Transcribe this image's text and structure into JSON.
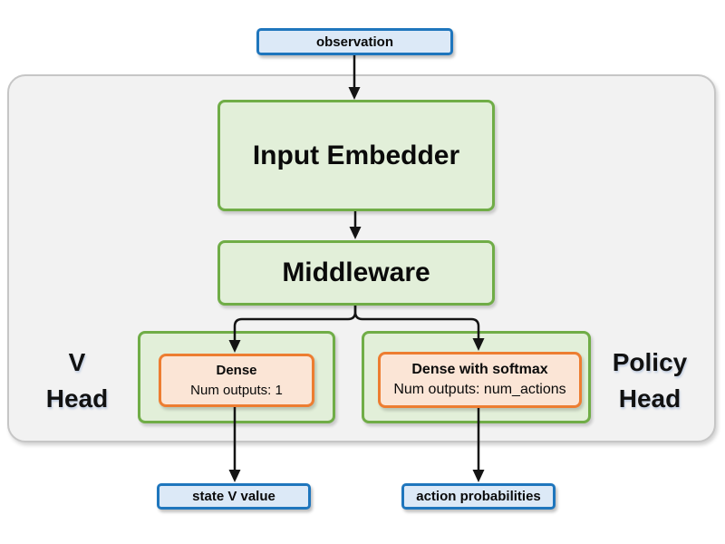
{
  "diagram": {
    "observation_label": "observation",
    "input_embedder_label": "Input Embedder",
    "middleware_label": "Middleware",
    "v_head": {
      "title_line1": "V",
      "title_line2": "Head",
      "dense_title": "Dense",
      "dense_detail": "Num outputs: 1",
      "output_label": "state V value"
    },
    "policy_head": {
      "title_line1": "Policy",
      "title_line2": "Head",
      "dense_title": "Dense with softmax",
      "dense_detail": "Num outputs: num_actions",
      "output_label": "action probabilities"
    },
    "colors": {
      "blue_border": "#1F76BD",
      "blue_fill": "#DCE9F7",
      "green_border": "#70AD47",
      "green_fill": "#E2EFD9",
      "orange_border": "#ED7D31",
      "orange_fill": "#FBE5D6",
      "container_fill": "#F2F2F2",
      "container_border": "#C6C6C6",
      "arrow": "#141414"
    }
  }
}
